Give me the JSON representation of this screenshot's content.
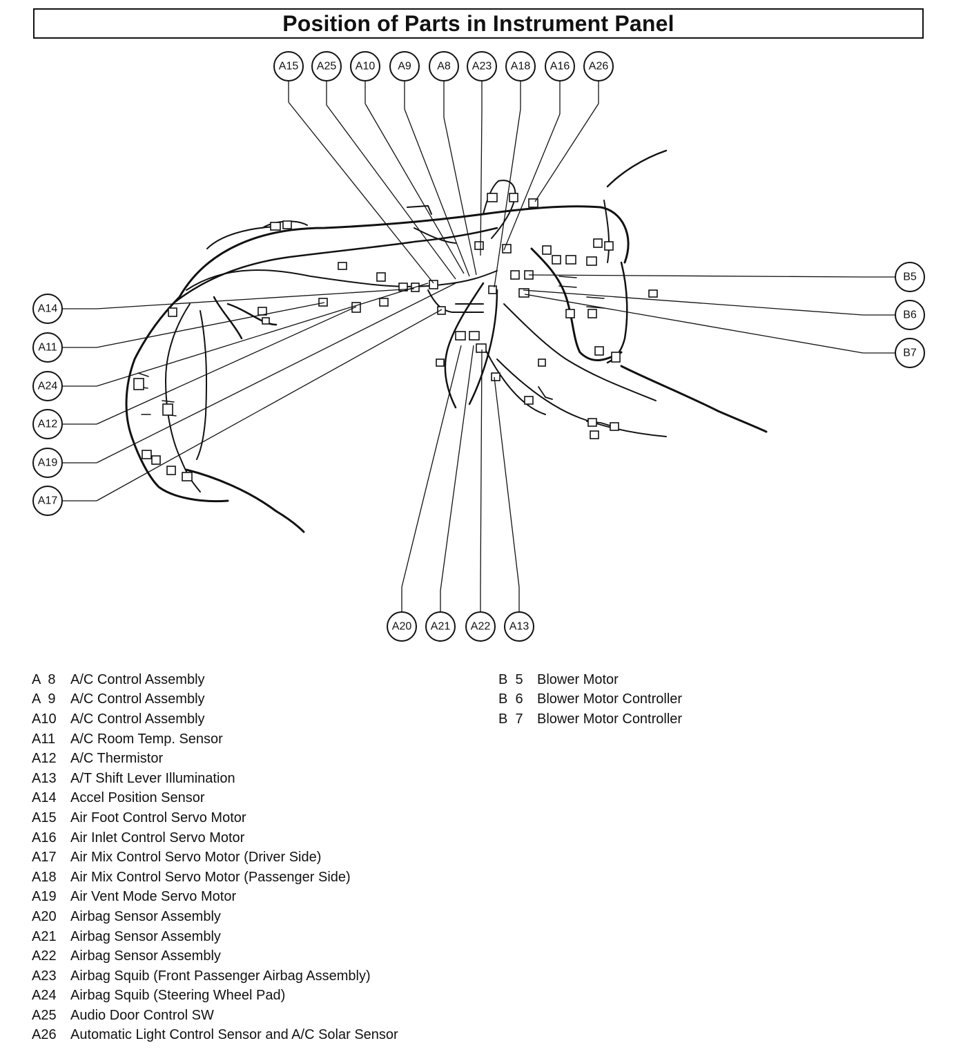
{
  "title": "Position of Parts in Instrument Panel",
  "callouts": {
    "top": [
      "A15",
      "A25",
      "A10",
      "A9",
      "A8",
      "A23",
      "A18",
      "A16",
      "A26"
    ],
    "left": [
      "A14",
      "A11",
      "A24",
      "A12",
      "A19",
      "A17"
    ],
    "right": [
      "B5",
      "B6",
      "B7"
    ],
    "bottom": [
      "A20",
      "A21",
      "A22",
      "A13"
    ]
  },
  "legend_left": [
    {
      "code": "A  8",
      "name": "A/C Control Assembly"
    },
    {
      "code": "A  9",
      "name": "A/C Control Assembly"
    },
    {
      "code": "A10",
      "name": "A/C Control Assembly"
    },
    {
      "code": "A11",
      "name": "A/C Room Temp. Sensor"
    },
    {
      "code": "A12",
      "name": "A/C Thermistor"
    },
    {
      "code": "A13",
      "name": "A/T Shift Lever Illumination"
    },
    {
      "code": "A14",
      "name": "Accel Position Sensor"
    },
    {
      "code": "A15",
      "name": "Air Foot Control Servo Motor"
    },
    {
      "code": "A16",
      "name": "Air Inlet Control Servo Motor"
    },
    {
      "code": "A17",
      "name": "Air Mix Control Servo Motor (Driver Side)"
    },
    {
      "code": "A18",
      "name": "Air Mix Control Servo Motor (Passenger Side)"
    },
    {
      "code": "A19",
      "name": "Air Vent Mode Servo Motor"
    },
    {
      "code": "A20",
      "name": "Airbag Sensor Assembly"
    },
    {
      "code": "A21",
      "name": "Airbag Sensor Assembly"
    },
    {
      "code": "A22",
      "name": "Airbag Sensor Assembly"
    },
    {
      "code": "A23",
      "name": "Airbag Squib (Front Passenger Airbag Assembly)"
    },
    {
      "code": "A24",
      "name": "Airbag Squib (Steering Wheel Pad)"
    },
    {
      "code": "A25",
      "name": "Audio Door Control SW"
    },
    {
      "code": "A26",
      "name": "Automatic Light Control Sensor and A/C Solar Sensor"
    }
  ],
  "legend_right": [
    {
      "code": "B  5",
      "name": "Blower Motor"
    },
    {
      "code": "B  6",
      "name": "Blower Motor Controller"
    },
    {
      "code": "B  7",
      "name": "Blower Motor Controller"
    }
  ]
}
